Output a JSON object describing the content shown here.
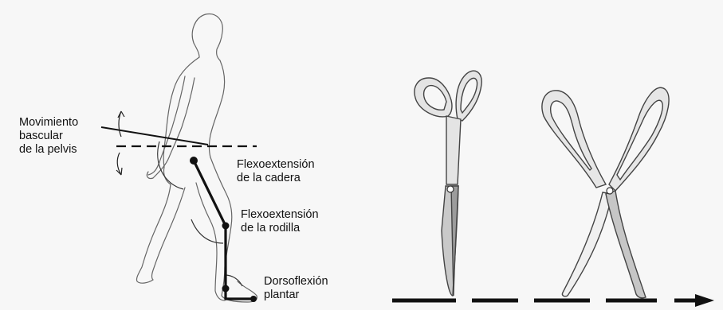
{
  "labels": {
    "pelvis": [
      "Movimiento",
      "bascular",
      "de la pelvis"
    ],
    "hip": [
      "Flexoextensión",
      "de la cadera"
    ],
    "knee": [
      "Flexoextensión",
      "de la rodilla"
    ],
    "ankle": [
      "Dorsoflexión",
      "plantar"
    ]
  },
  "colors": {
    "background": "#f7f7f7",
    "line": "#111111",
    "outline": "#555555"
  }
}
